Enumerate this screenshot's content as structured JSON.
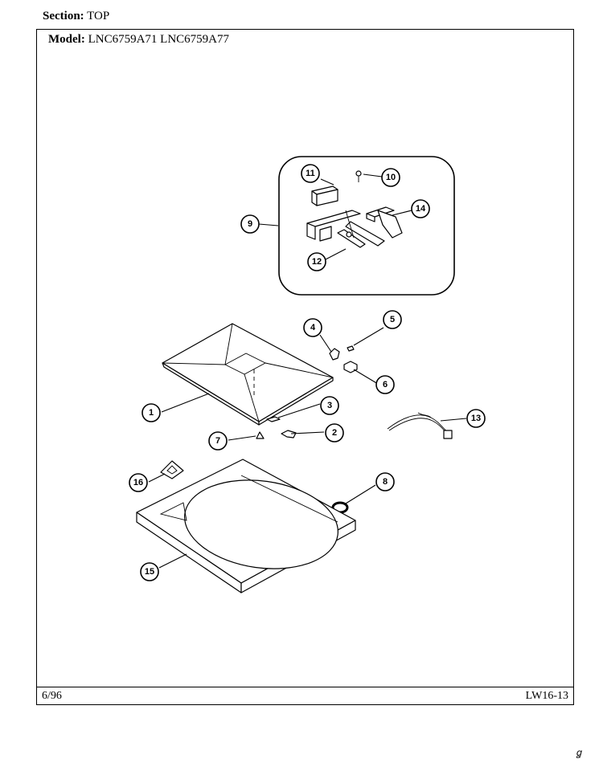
{
  "section": {
    "label": "Section:",
    "value": "TOP"
  },
  "model": {
    "label": "Model:",
    "value": "LNC6759A71  LNC6759A77"
  },
  "footer": {
    "date": "6/96",
    "doc_number": "LW16-13"
  },
  "callouts": [
    "1",
    "2",
    "3",
    "4",
    "5",
    "6",
    "7",
    "8",
    "9",
    "10",
    "11",
    "12",
    "13",
    "14",
    "15",
    "16"
  ],
  "corner_mark": "ꬶ"
}
